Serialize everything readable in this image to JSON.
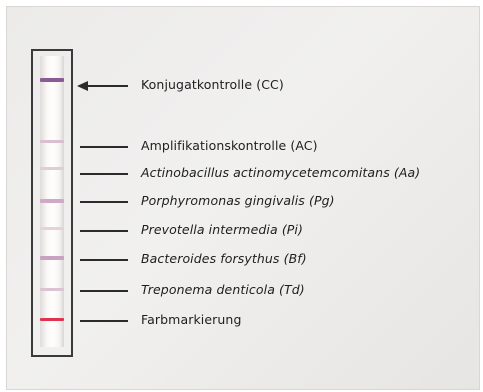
{
  "strip": {
    "bands": [
      {
        "id": "CC",
        "color": "#8a5c96"
      },
      {
        "id": "AC",
        "color": "#d9bfcf"
      },
      {
        "id": "Aa",
        "color": "#e2ccd6"
      },
      {
        "id": "Pg",
        "color": "#cfa9c7"
      },
      {
        "id": "Pi",
        "color": "#e6d3da"
      },
      {
        "id": "Bf",
        "color": "#c9a2c2"
      },
      {
        "id": "Td",
        "color": "#dcc3d1"
      },
      {
        "id": "Farb",
        "color": "#e0334f"
      }
    ]
  },
  "labels": {
    "cc": "Konjugatkontrolle (CC)",
    "ac": "Amplifikationskontrolle (AC)",
    "aa": "Actinobacillus actinomycetemcomitans (Aa)",
    "pg": "Porphyromonas gingivalis (Pg)",
    "pi": "Prevotella intermedia (Pi)",
    "bf": "Bacteroides forsythus (Bf)",
    "td": "Treponema denticola (Td)",
    "farb": "Farbmarkierung"
  }
}
